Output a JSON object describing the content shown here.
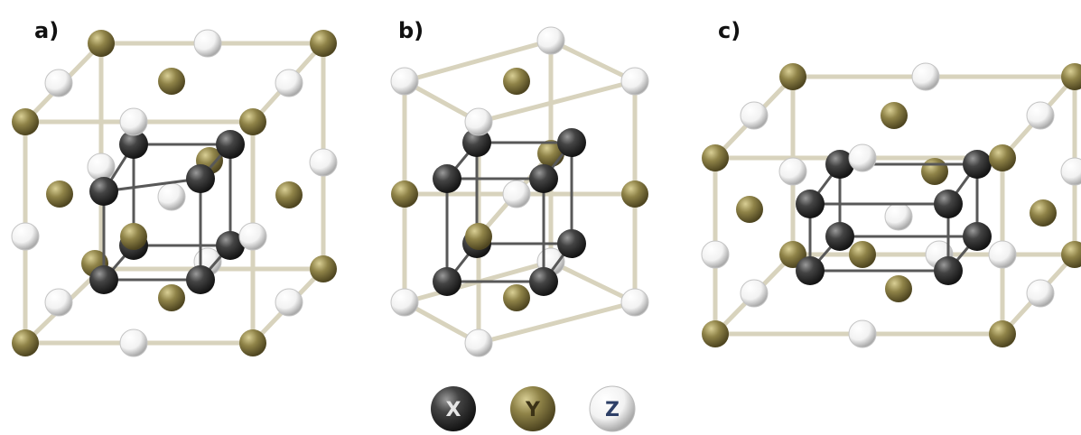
{
  "panels": [
    {
      "id": "a",
      "label": "a)"
    },
    {
      "id": "b",
      "label": "b)"
    },
    {
      "id": "c",
      "label": "c)"
    }
  ],
  "legend": [
    {
      "label": "X",
      "color": "#3a3a3a",
      "text_color": "#e6e6e6"
    },
    {
      "label": "Y",
      "color": "#8f8348",
      "text_color": "#3b3216"
    },
    {
      "label": "Z",
      "color": "#f7f7f7",
      "text_color": "#2d3f66"
    }
  ],
  "colors": {
    "outer_bond": "#d8d3bd",
    "inner_bond": "#585858",
    "atom_X": "#3a3a3a",
    "atom_Y": "#8f8348",
    "atom_Z": "#f7f7f7"
  }
}
